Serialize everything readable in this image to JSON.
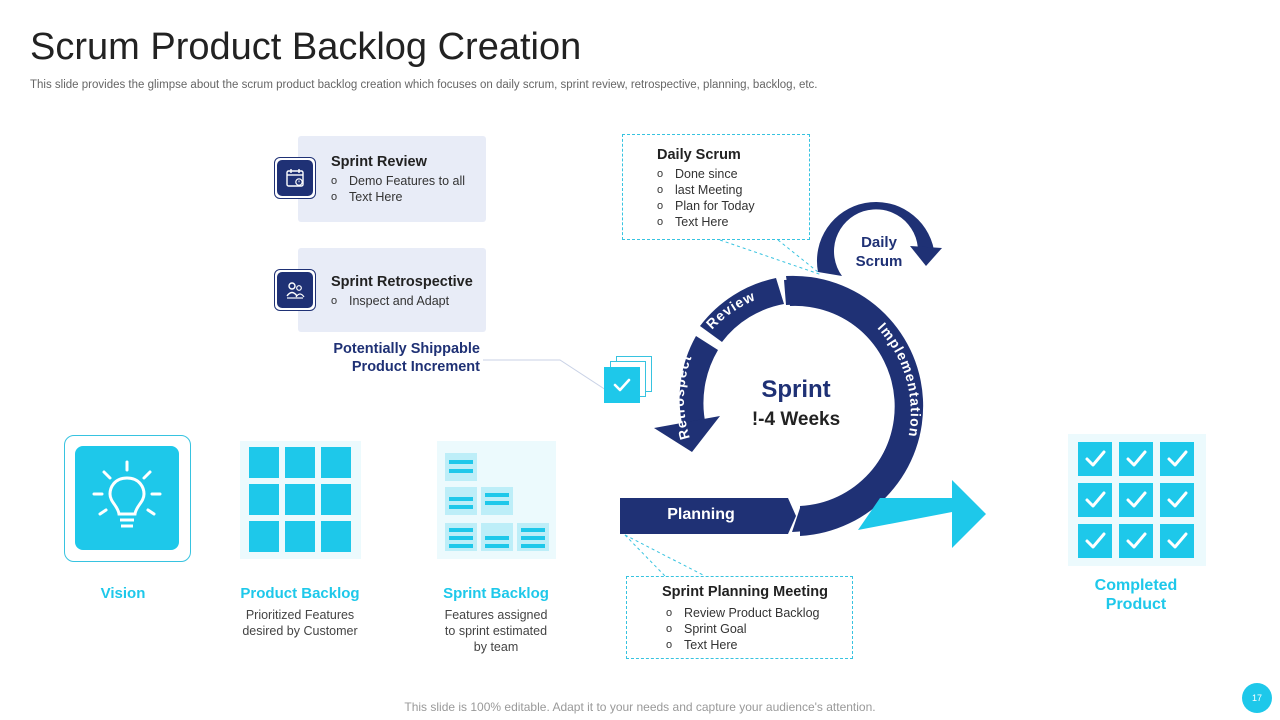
{
  "header": {
    "title": "Scrum Product Backlog Creation",
    "subtitle": "This slide provides the glimpse about the scrum product backlog creation which focuses on daily scrum, sprint review, retrospective, planning, backlog, etc."
  },
  "sprint_review": {
    "title": "Sprint Review",
    "items": [
      "Demo Features to all",
      "Text Here"
    ]
  },
  "sprint_retrospective": {
    "title": "Sprint Retrospective",
    "items": [
      "Inspect and Adapt"
    ]
  },
  "shippable": {
    "line1": "Potentially Shippable",
    "line2": "Product Increment"
  },
  "daily_scrum_box": {
    "title": "Daily Scrum",
    "items": [
      "Done since",
      "last Meeting",
      "Plan for Today",
      "Text Here"
    ]
  },
  "cycle": {
    "daily_scrum_line1": "Daily",
    "daily_scrum_line2": "Scrum",
    "review": "Review",
    "retrospect": "Retrospect",
    "implementation": "Implementation",
    "planning": "Planning",
    "center_title": "Sprint",
    "center_sub": "!-4 Weeks"
  },
  "sprint_planning_box": {
    "title": "Sprint Planning Meeting",
    "items": [
      "Review Product Backlog",
      "Sprint Goal",
      "Text Here"
    ]
  },
  "stages": {
    "vision": {
      "label": "Vision"
    },
    "product_backlog": {
      "label": "Product Backlog",
      "desc1": "Prioritized Features",
      "desc2": "desired by Customer"
    },
    "sprint_backlog": {
      "label": "Sprint Backlog",
      "desc1": "Features assigned",
      "desc2": "to sprint estimated",
      "desc3": "by team"
    },
    "completed": {
      "line1": "Completed",
      "line2": "Product"
    }
  },
  "footer": {
    "note": "This slide is 100% editable. Adapt it to your needs and capture your audience's attention.",
    "page": "17"
  },
  "colors": {
    "navy": "#1f3175",
    "cyan": "#1ec8ea",
    "light_cyan": "#ecfafd",
    "card": "#e8ecf7"
  },
  "icons": [
    "calendar-icon",
    "team-icon",
    "lightbulb-icon",
    "grid-icon",
    "backlog-list-icon",
    "checkmark-icon",
    "arrow-right-icon"
  ]
}
